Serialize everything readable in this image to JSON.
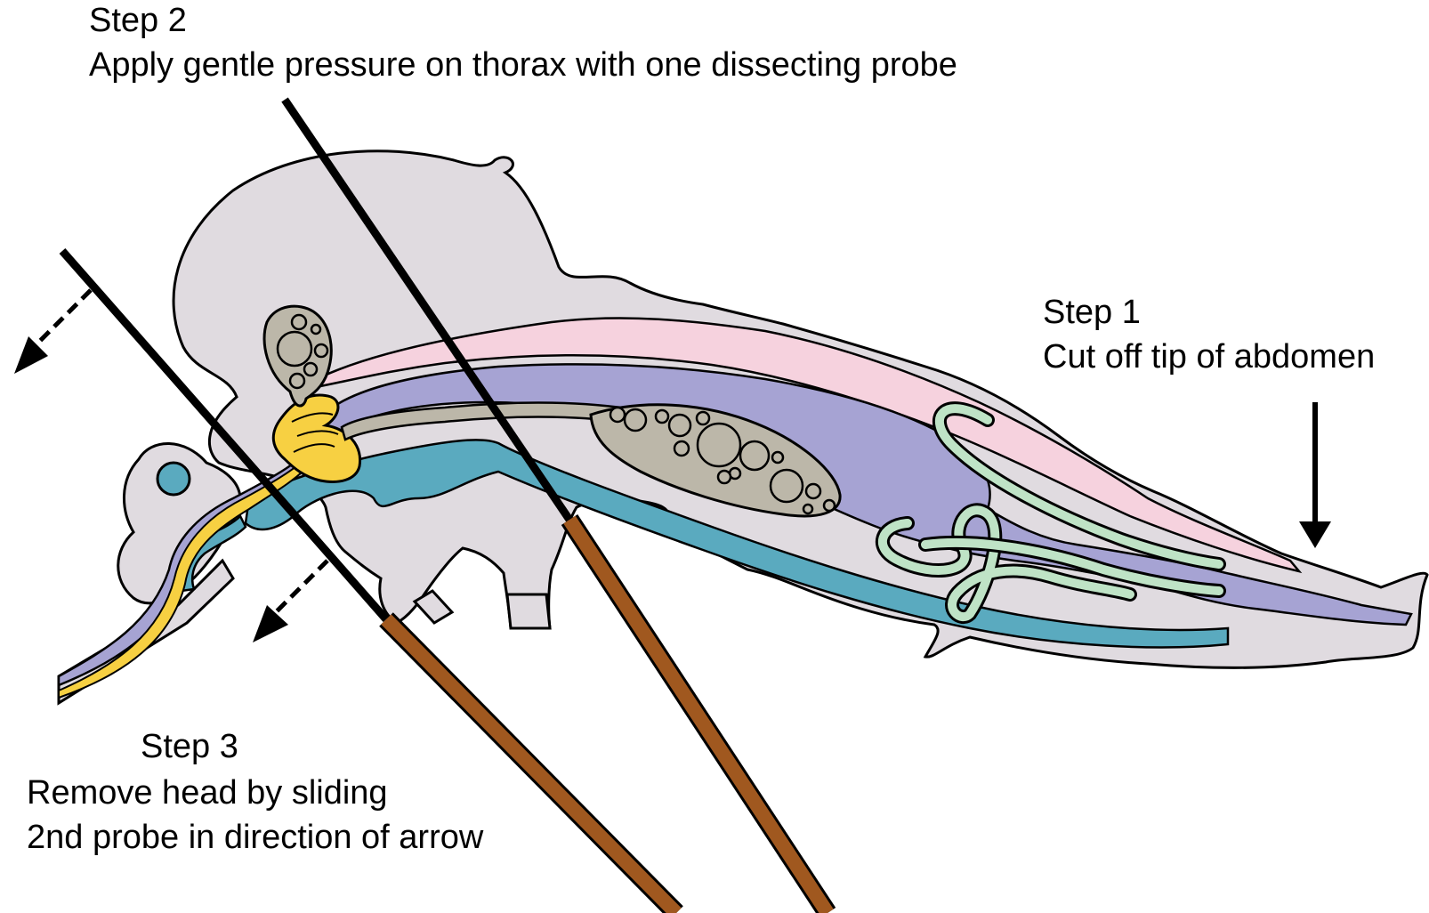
{
  "steps": [
    {
      "id": "step-1",
      "title": "Step 1",
      "lines": [
        "Cut off tip of abdomen"
      ]
    },
    {
      "id": "step-2",
      "title": "Step 2",
      "lines": [
        "Apply gentle pressure on thorax with one dissecting probe"
      ]
    },
    {
      "id": "step-3",
      "title": "Step 3",
      "lines": [
        "Remove head by sliding",
        "2nd probe in direction of arrow"
      ]
    }
  ],
  "colors": {
    "body": "#e0dbe0",
    "outline": "#000000",
    "pink_tissue": "#f6d2de",
    "gut_purple": "#a6a3d3",
    "blue_tissue": "#5aaabf",
    "green_tubules": "#bfe3c6",
    "ovary_gray": "#bcb7a9",
    "gland_yellow": "#f7d042",
    "probe_handle": "#a0581f",
    "probe_metal": "#000000"
  }
}
